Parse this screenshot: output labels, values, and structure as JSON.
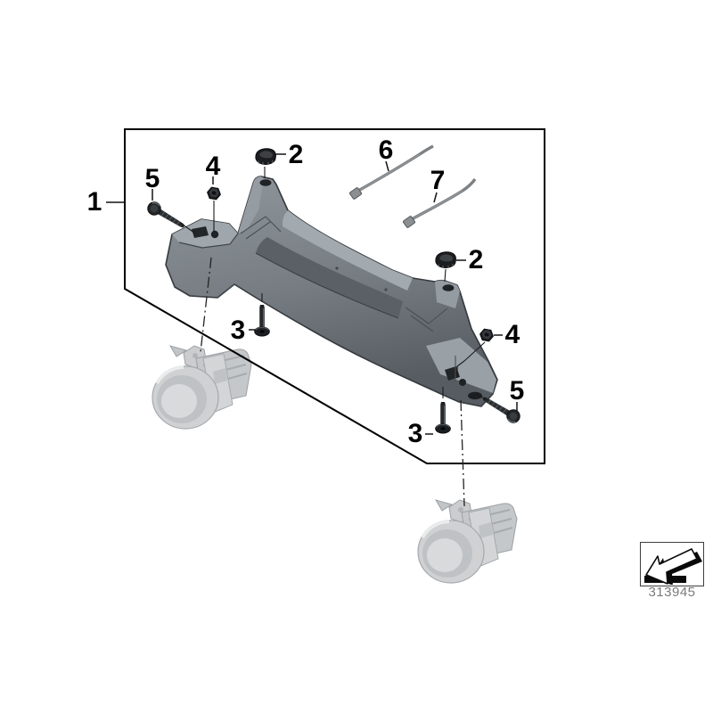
{
  "diagram": {
    "title": "auxiliary-light-bracket-exploded-view",
    "image_number": "313945",
    "callouts": [
      {
        "id": "1",
        "label": "1"
      },
      {
        "id": "2-top",
        "label": "2"
      },
      {
        "id": "2-right",
        "label": "2"
      },
      {
        "id": "3-left",
        "label": "3"
      },
      {
        "id": "3-right",
        "label": "3"
      },
      {
        "id": "4-left",
        "label": "4"
      },
      {
        "id": "4-right",
        "label": "4"
      },
      {
        "id": "5-left",
        "label": "5"
      },
      {
        "id": "5-right",
        "label": "5"
      },
      {
        "id": "6",
        "label": "6"
      },
      {
        "id": "7",
        "label": "7"
      }
    ],
    "icons": {
      "page_turn_arrow": "page-turn-arrow-icon"
    },
    "colors": {
      "line_black": "#111111",
      "bracket_gray": "#7b8186",
      "bracket_light": "#a0a7ad",
      "bracket_dark": "#5a6066",
      "fastener_black": "#1b1d20",
      "lamp_ghost_gray": "#cdcfd1",
      "image_number_gray": "#7a7a7a"
    }
  }
}
